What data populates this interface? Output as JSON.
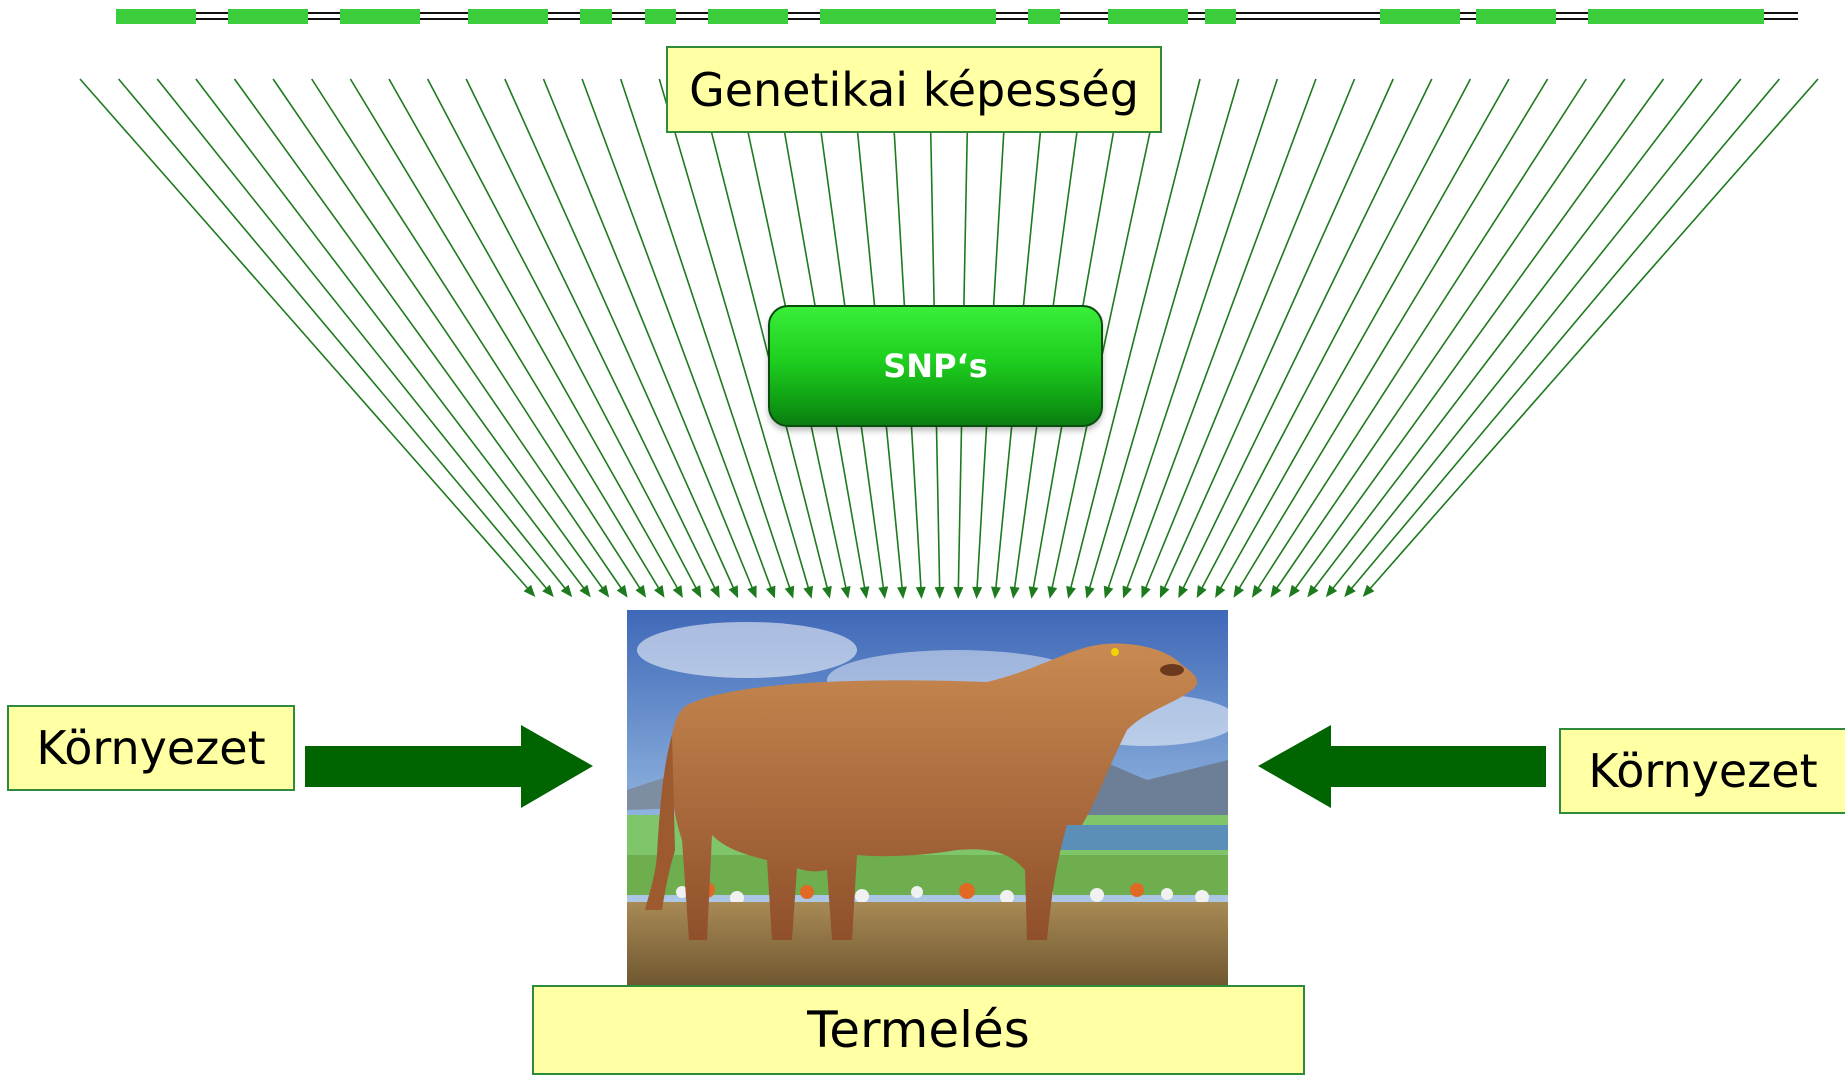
{
  "labels": {
    "genetic_capacity": "Genetikai képesség",
    "snp_button": "SNP‘s",
    "environment_left": "Környezet",
    "environment_right": "Környezet",
    "production": "Termelés"
  },
  "colors": {
    "label_fill": "#ffffa3",
    "label_border": "#2e8b3a",
    "line_green": "#1e7a1e",
    "arrow_green": "#006400",
    "chromosome_segment": "#3ccd3c",
    "snp_button_top": "#3aee3a",
    "snp_button_bottom": "#0b7d10"
  },
  "icons": {
    "environment_left_arrow": "arrow-right-icon",
    "environment_right_arrow": "arrow-left-icon",
    "photo": "bull-photo"
  }
}
